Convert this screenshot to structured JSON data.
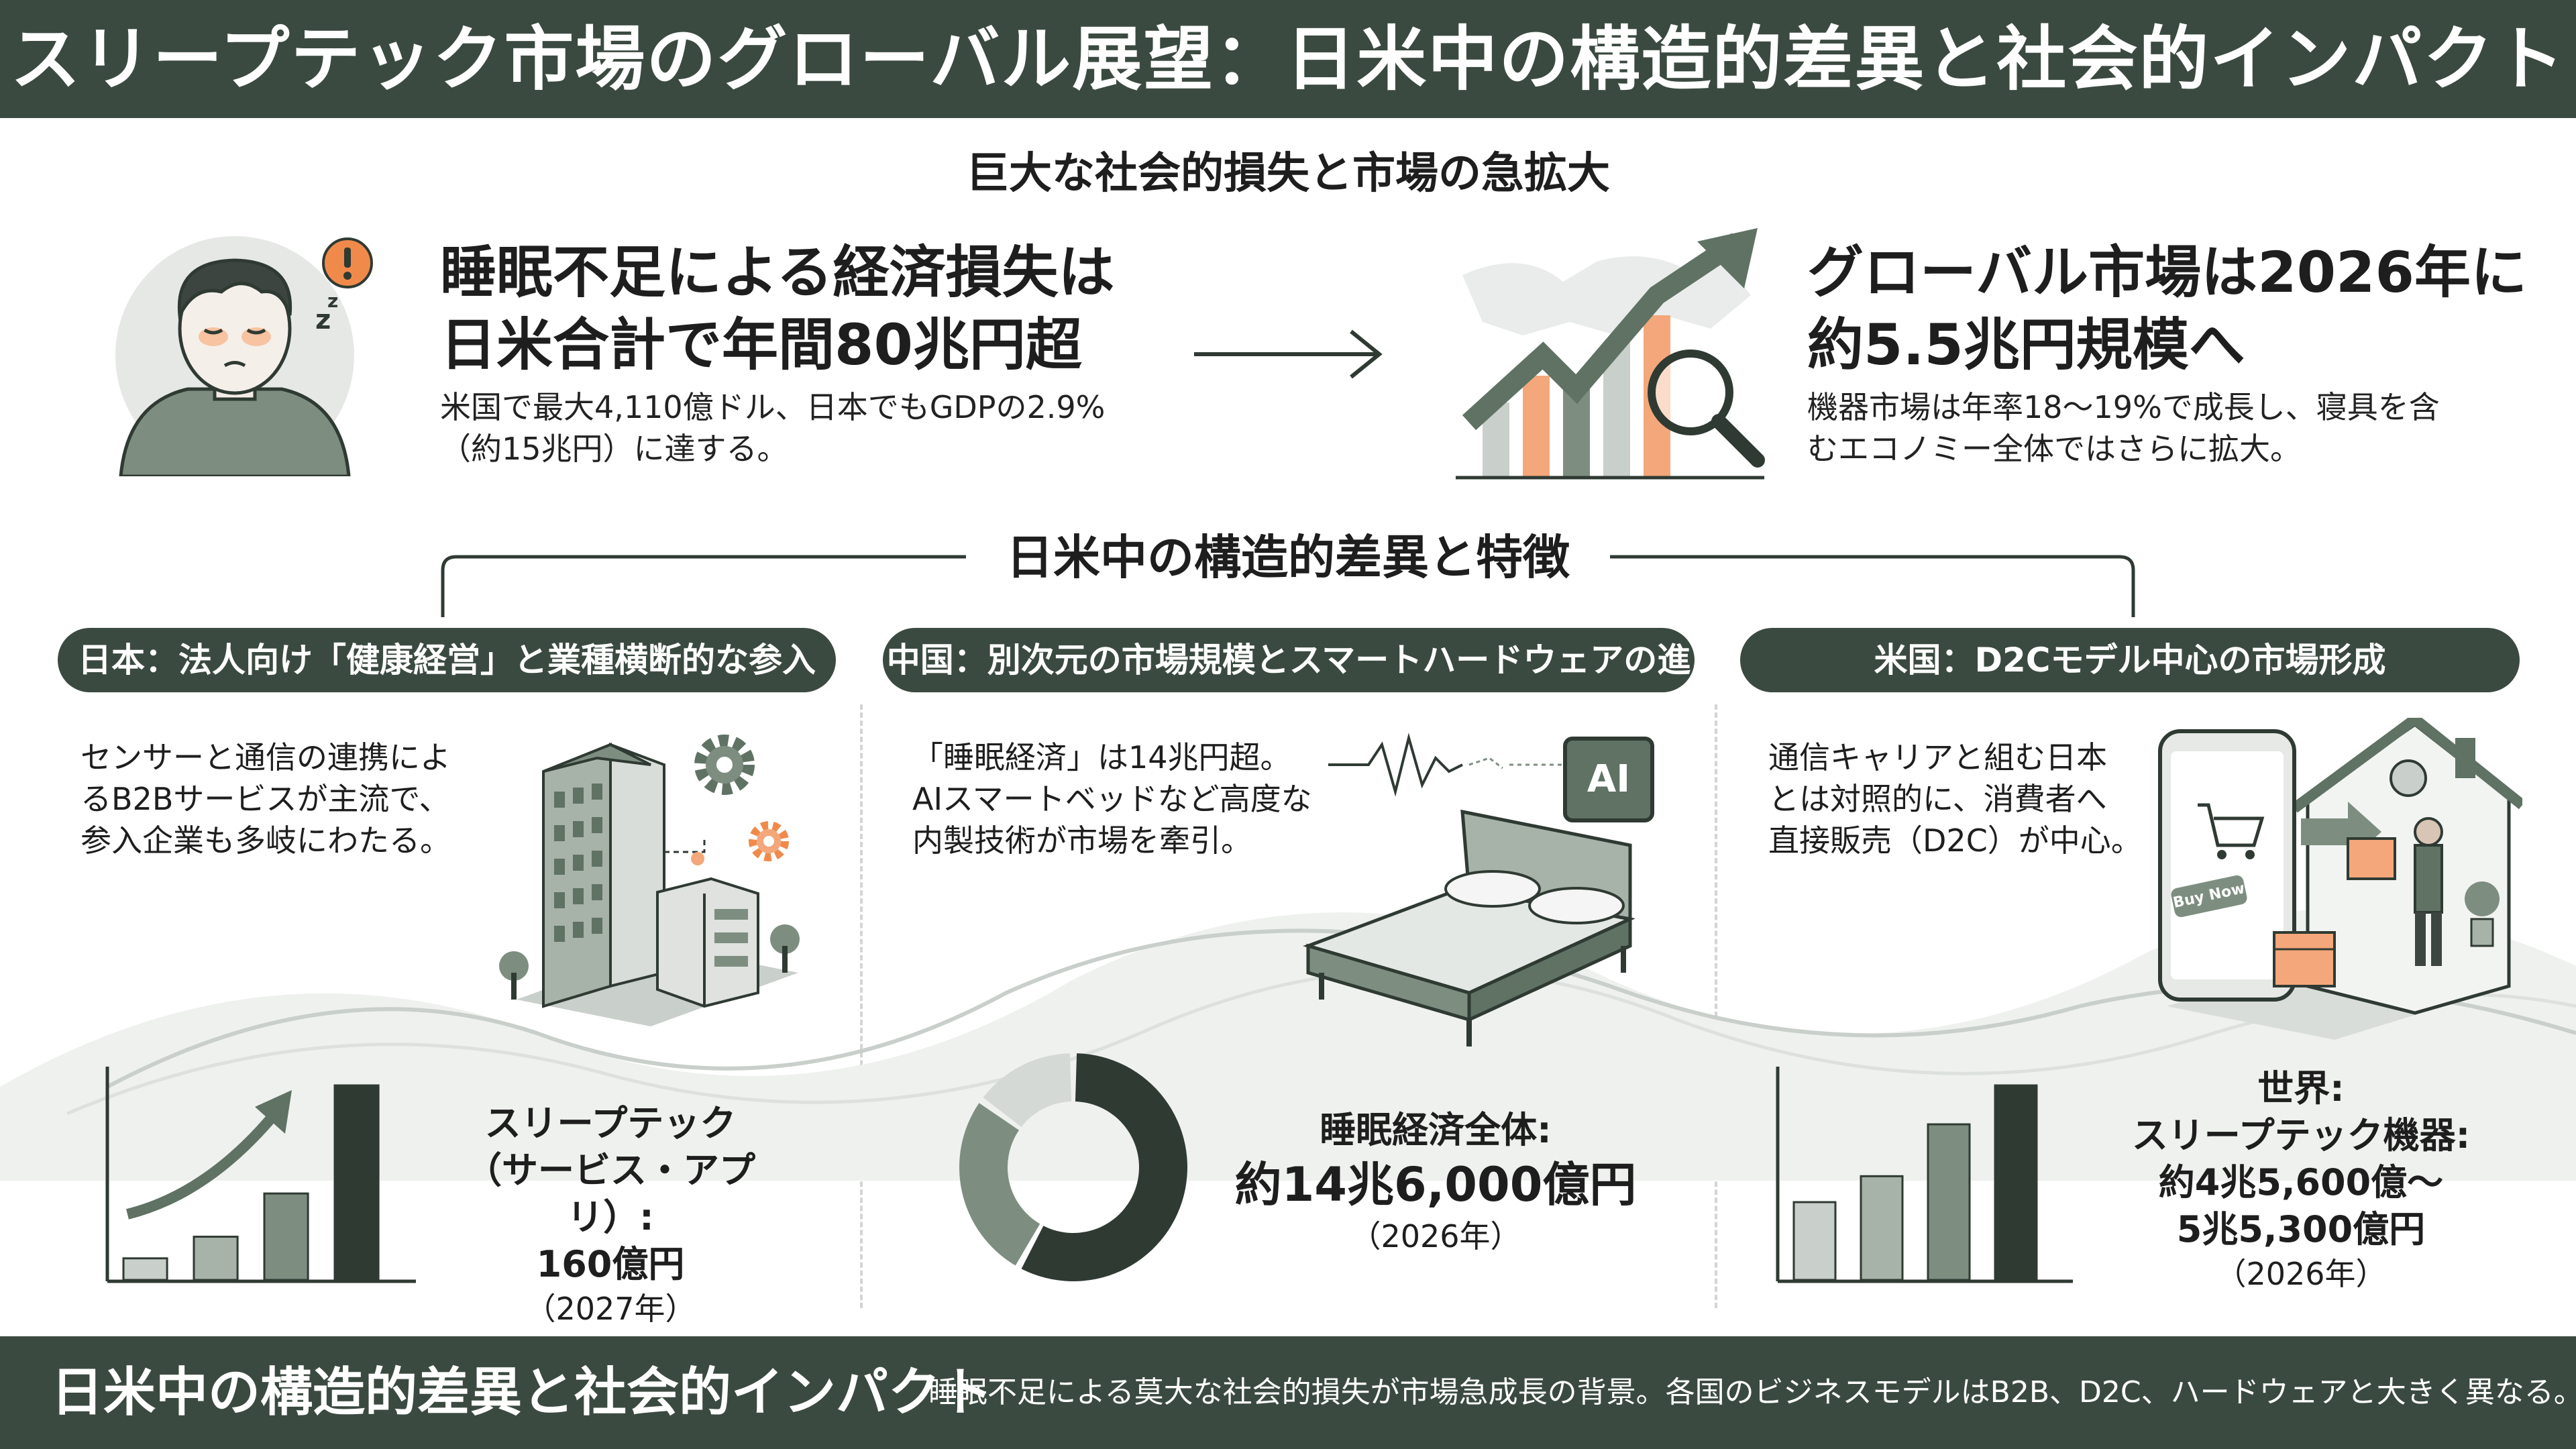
{
  "title": "スリープテック市場のグローバル展望：日米中の構造的差異と社会的インパクト",
  "top_section": {
    "heading": "巨大な社会的損失と市場の急拡大",
    "left": {
      "heading_line1": "睡眠不足による経済損失は",
      "heading_line2": "日米合計で年間80兆円超",
      "text_line1": "米国で最大4,110億ドル、日本でもGDPの2.9%",
      "text_line2": "（約15兆円）に達する。"
    },
    "right": {
      "heading_line1": "グローバル市場は2026年に",
      "heading_line2": "約5.5兆円規模へ",
      "text_line1": "機器市場は年率18〜19%で成長し、寝具を含",
      "text_line2": "むエコノミー全体ではさらに拡大。"
    }
  },
  "middle_heading": "日米中の構造的差異と特徴",
  "columns": [
    {
      "pill": "日本：法人向け「健康経営」と業種横断的な参入",
      "text_lines": [
        "センサーと通信の連携によ",
        "るB2Bサービスが主流で、",
        "参入企業も多岐にわたる。"
      ],
      "metric_lines": [
        "スリープテック",
        "（サービス・アプリ）:",
        "160億円"
      ],
      "metric_year": "（2027年）",
      "bar_values": [
        1,
        2,
        4,
        9
      ]
    },
    {
      "pill": "中国：別次元の市場規模とスマートハードウェアの進化",
      "text_lines": [
        "「睡眠経済」は14兆円超。",
        "AIスマートベッドなど高度な",
        "内製技術が市場を牽引。"
      ],
      "icon_label": "AI",
      "metric_line1": "睡眠経済全体:",
      "metric_line2": "約14兆6,000億円",
      "metric_year": "（2026年）",
      "donut_shares": [
        0.58,
        0.27,
        0.15
      ]
    },
    {
      "pill": "米国：D2Cモデル中心の市場形成",
      "text_lines": [
        "通信キャリアと組む日本",
        "とは対照的に、消費者へ",
        "直接販売（D2C）が中心。"
      ],
      "phone_button": "Buy Now",
      "metric_lines": [
        "世界:",
        "スリープテック機器:",
        "約4兆5,600億〜",
        "5兆5,300億円"
      ],
      "metric_year": "（2026年）",
      "bar_values": [
        3,
        4,
        6,
        7.5
      ]
    }
  ],
  "footer": {
    "title": "日米中の構造的差異と社会的インパクト",
    "text": "睡眠不足による莫大な社会的損失が市場急成長の背景。各国のビジネスモデルはB2B、D2C、ハードウェアと大きく異なる。"
  },
  "colors": {
    "dark_green": "#3b4a40",
    "mid_green": "#7d8e80",
    "light_gray": "#c9cfca",
    "accent_orange": "#f4a77a",
    "alert_orange": "#f08a4b"
  }
}
